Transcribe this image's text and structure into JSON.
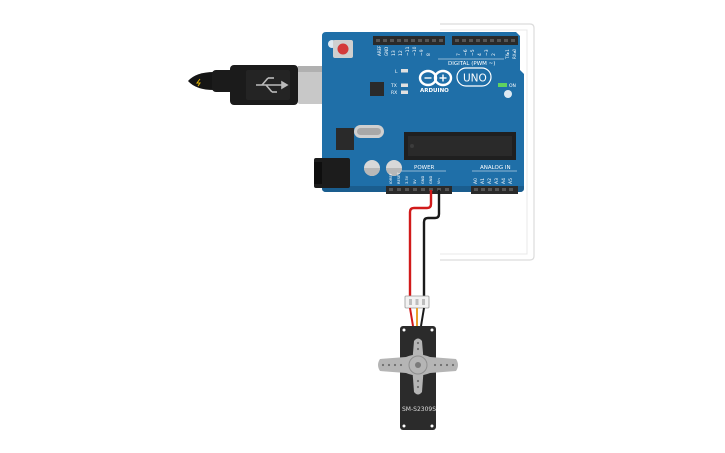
{
  "board": {
    "brand": "ARDUINO",
    "model": "UNO",
    "digital_header_label": "DIGITAL (PWM ~)",
    "power_label": "POWER",
    "analog_label": "ANALOG IN",
    "on_label": "ON",
    "led_labels": [
      "L",
      "TX",
      "RX"
    ],
    "digital_pins": [
      "AREF",
      "GND",
      "13",
      "12",
      "~11",
      "~10",
      "~9",
      "8",
      "7",
      "~6",
      "~5",
      "4",
      "~3",
      "2",
      "TX▸1",
      "RX◂0"
    ],
    "power_pins": [
      "IOREF",
      "RESET",
      "3.3V",
      "5V",
      "GND",
      "GND",
      "Vin"
    ],
    "analog_pins": [
      "A0",
      "A1",
      "A2",
      "A3",
      "A4",
      "A5"
    ],
    "colors": {
      "pcb": "#1f6fa8",
      "pcb_dark": "#1a5d8e",
      "header": "#2a2a2a"
    }
  },
  "servo": {
    "model": "SM-S2309S",
    "colors": {
      "body": "#2b2b2b",
      "horn": "#b5b5b5"
    }
  },
  "wires": {
    "colors": {
      "power": "#d11a1a",
      "ground": "#1a1a1a",
      "frame": "#d9d9d9"
    }
  },
  "usb_cable": {
    "colors": {
      "plug": "#1b1b1b",
      "connector": "#c8c8c8"
    }
  }
}
